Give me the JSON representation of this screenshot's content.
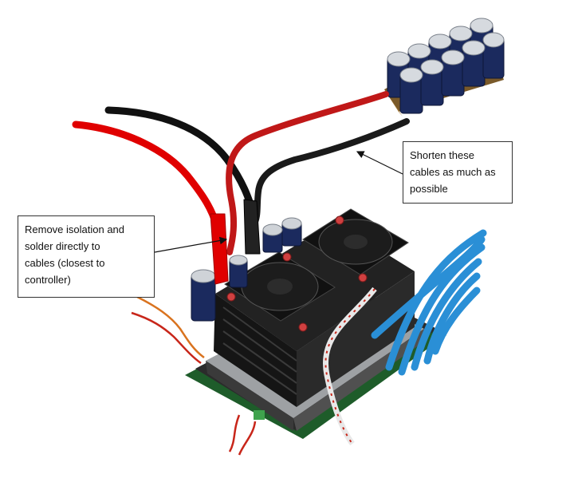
{
  "annotations": [
    {
      "id": "remove-isolation",
      "lines": [
        "Remove isolation and",
        "solder directly to",
        "cables (closest to",
        "controller)"
      ]
    },
    {
      "id": "shorten-cables",
      "lines": [
        "Shorten these",
        "cables as much as",
        "possible"
      ]
    }
  ],
  "colors": {
    "red_cable": "#e00000",
    "black_cable": "#111111",
    "blue_tubes": "#2a8fd6",
    "heatsink": "#1a1a1a",
    "pcb": "#1e5c2a",
    "capacitor": "#1b2a5e",
    "capacitor_cap": "#cfd3d8",
    "twisted_wire_orange": "#d9731f",
    "twisted_wire_red": "#c8261a"
  },
  "icons": [
    "capacitor-bank-icon",
    "motor-controller-icon",
    "fan-icon"
  ]
}
